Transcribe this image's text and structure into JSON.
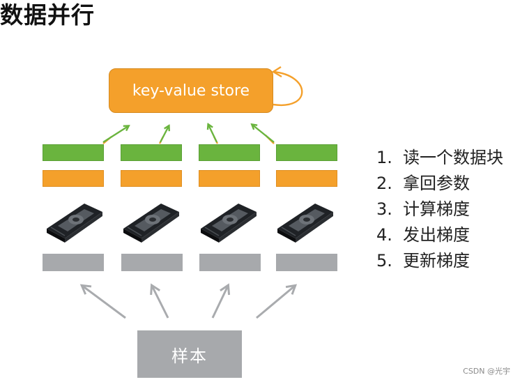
{
  "title": "数据并行",
  "store": {
    "label": "key-value store"
  },
  "workers": [
    {
      "id": 1
    },
    {
      "id": 2
    },
    {
      "id": 3
    },
    {
      "id": 4
    }
  ],
  "sample": {
    "label": "样本"
  },
  "steps": [
    {
      "num": "1.",
      "text": "读一个数据块"
    },
    {
      "num": "2.",
      "text": "拿回参数"
    },
    {
      "num": "3.",
      "text": "计算梯度"
    },
    {
      "num": "4.",
      "text": "发出梯度"
    },
    {
      "num": "5.",
      "text": "更新梯度"
    }
  ],
  "watermark": "CSDN @光宇",
  "colors": {
    "green": "#6ab43e",
    "orange": "#f4a02b",
    "gray": "#a7a9ac",
    "arrow_gray": "#a9abae"
  }
}
